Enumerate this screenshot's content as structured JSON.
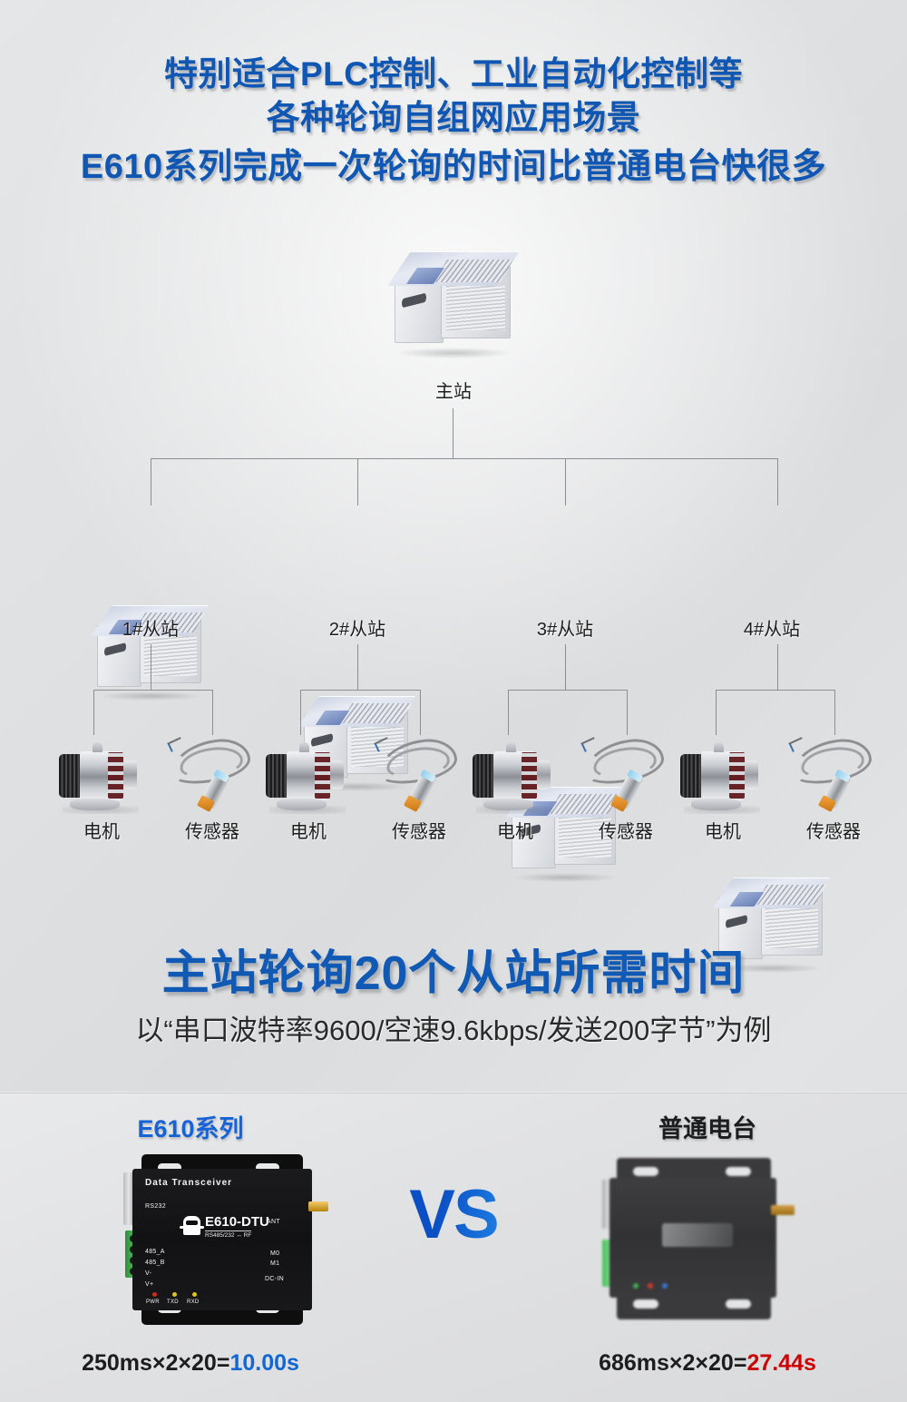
{
  "theme": {
    "accent_blue": "#0f57b3",
    "link_blue": "#1563d6",
    "good_value": "#1267d2",
    "bad_value": "#cc0000",
    "background": "#e1e2e3"
  },
  "headline": {
    "line1": "特别适合PLC控制、工业自动化控制等",
    "line2": "各种轮询自组网应用场景",
    "line3": "E610系列完成一次轮询的时间比普通电台快很多"
  },
  "topology": {
    "master": {
      "label": "主站",
      "icon": "plc-icon"
    },
    "slaves": [
      {
        "label": "1#从站",
        "icon": "plc-icon"
      },
      {
        "label": "2#从站",
        "icon": "plc-icon"
      },
      {
        "label": "3#从站",
        "icon": "plc-icon"
      },
      {
        "label": "4#从站",
        "icon": "plc-icon"
      }
    ],
    "endpoints": [
      {
        "motor": "电机",
        "sensor": "传感器"
      },
      {
        "motor": "电机",
        "sensor": "传感器"
      },
      {
        "motor": "电机",
        "sensor": "传感器"
      },
      {
        "motor": "电机",
        "sensor": "传感器"
      }
    ]
  },
  "middle": {
    "title": "主站轮询20个从站所需时间",
    "subtitle": "以“串口波特率9600/空速9.6kbps/发送200字节”为例"
  },
  "comparison": {
    "vs_label": "VS",
    "left": {
      "title": "E610系列",
      "device": {
        "heading": "Data Transceiver",
        "port_label": "RS232",
        "model": "E610-DTU",
        "model_sub": "RS485/232 ↔ RF",
        "antenna_label": "ANT",
        "terminals": [
          "485_A",
          "485_B",
          "V-",
          "V+"
        ],
        "mode_pins": [
          "M0",
          "M1"
        ],
        "power_label": "DC-IN",
        "leds": [
          "PWR",
          "TXD",
          "RXD"
        ]
      },
      "formula_prefix": "250ms×2×20=",
      "result": "10.00s"
    },
    "right": {
      "title": "普通电台",
      "formula_prefix": "686ms×2×20=",
      "result": "27.44s"
    }
  }
}
